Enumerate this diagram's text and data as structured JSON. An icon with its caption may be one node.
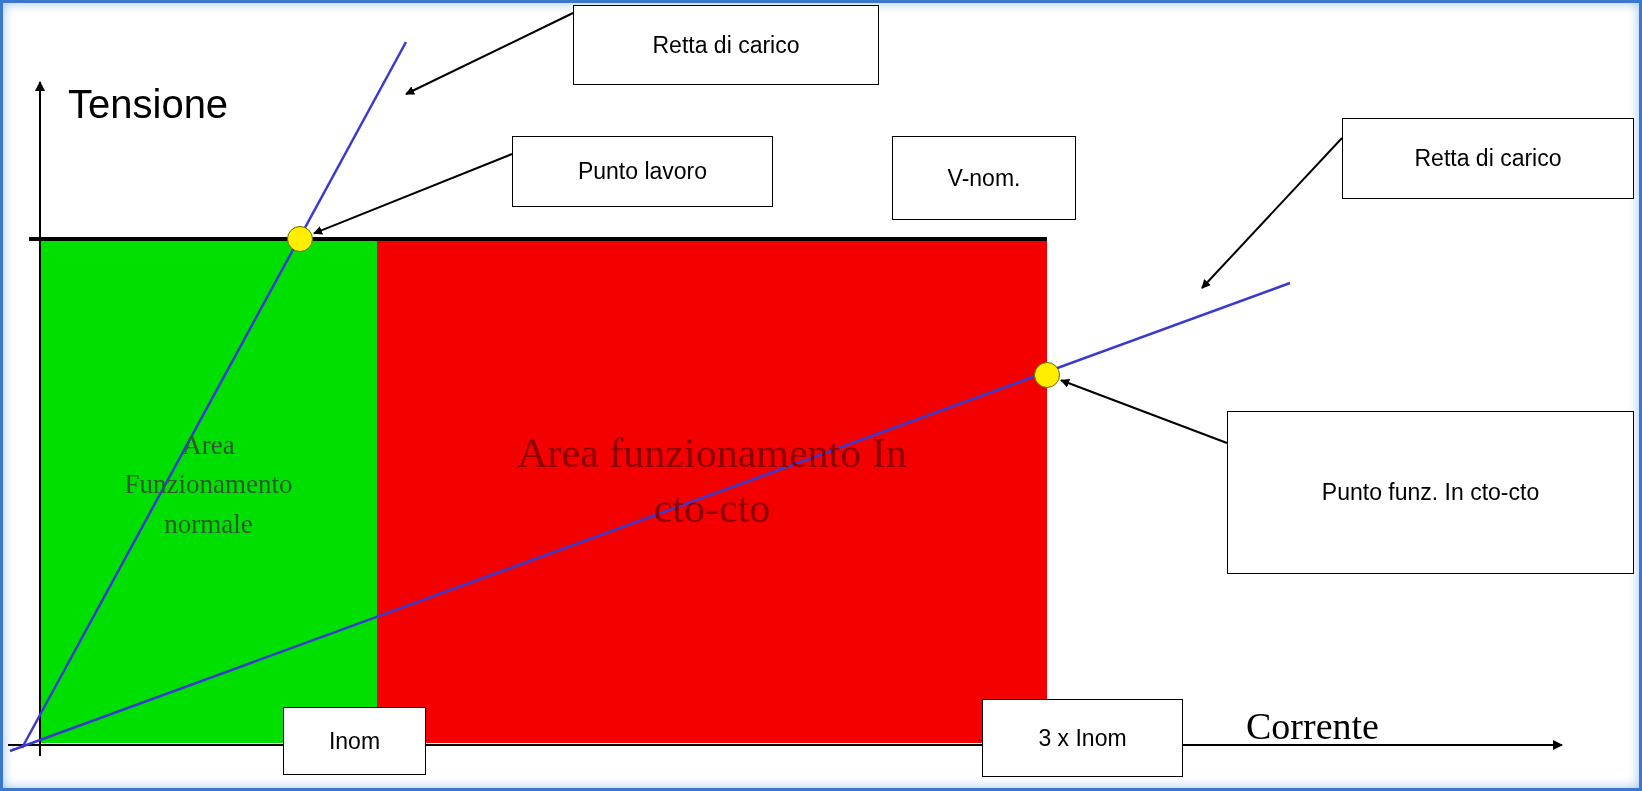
{
  "diagram": {
    "nodes": [
      {
        "text": [
          "Retta di carico"
        ]
      },
      {
        "text": [
          "Punto lavoro"
        ]
      },
      {
        "text": [
          "V-nom."
        ]
      },
      {
        "text": [
          "Retta di carico"
        ]
      },
      {
        "text": [
          "Punto funz. In cto-cto"
        ]
      },
      {
        "text": [
          "Inom"
        ]
      },
      {
        "text": [
          "3 x Inom"
        ]
      },
      {
        "text": [
          "Area Funzionamento normale"
        ]
      },
      {
        "text": [
          "Area funzionamento In cto-cto"
        ]
      },
      {
        "text": [],
        "shape": "circle"
      },
      {
        "text": [],
        "shape": "circle"
      }
    ],
    "edges": [
      {
        "from": 0,
        "to": null,
        "arrow": "to"
      },
      {
        "from": 1,
        "to": 9,
        "arrow": "to"
      },
      {
        "from": 3,
        "to": null,
        "arrow": "to"
      },
      {
        "from": 4,
        "to": 10,
        "arrow": "to"
      }
    ],
    "labels": [
      "Tensione",
      "Corrente"
    ]
  }
}
